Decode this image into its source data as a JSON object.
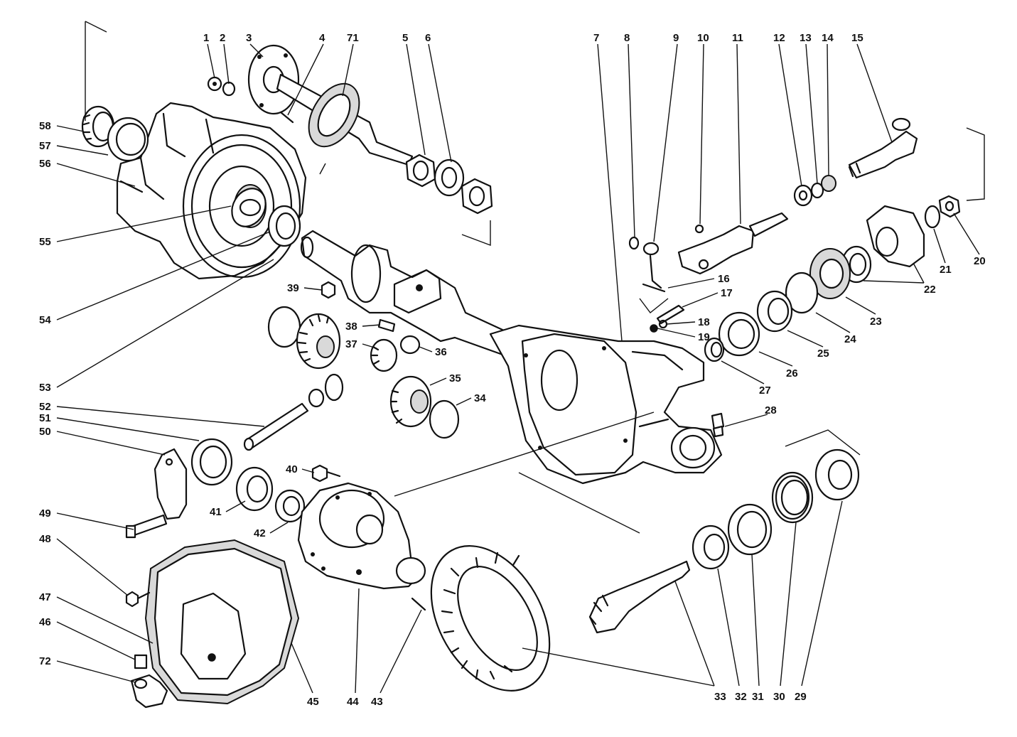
{
  "callouts": [
    "1",
    "2",
    "3",
    "4",
    "71",
    "5",
    "6",
    "7",
    "8",
    "9",
    "10",
    "11",
    "12",
    "13",
    "14",
    "15",
    "58",
    "57",
    "56",
    "55",
    "54",
    "53",
    "52",
    "51",
    "50",
    "49",
    "48",
    "47",
    "46",
    "72",
    "45",
    "44",
    "43",
    "33",
    "32",
    "31",
    "30",
    "29",
    "39",
    "38",
    "37",
    "36",
    "35",
    "34",
    "40",
    "41",
    "42",
    "16",
    "17",
    "18",
    "19",
    "20",
    "21",
    "22",
    "23",
    "24",
    "25",
    "26",
    "27",
    "28"
  ]
}
